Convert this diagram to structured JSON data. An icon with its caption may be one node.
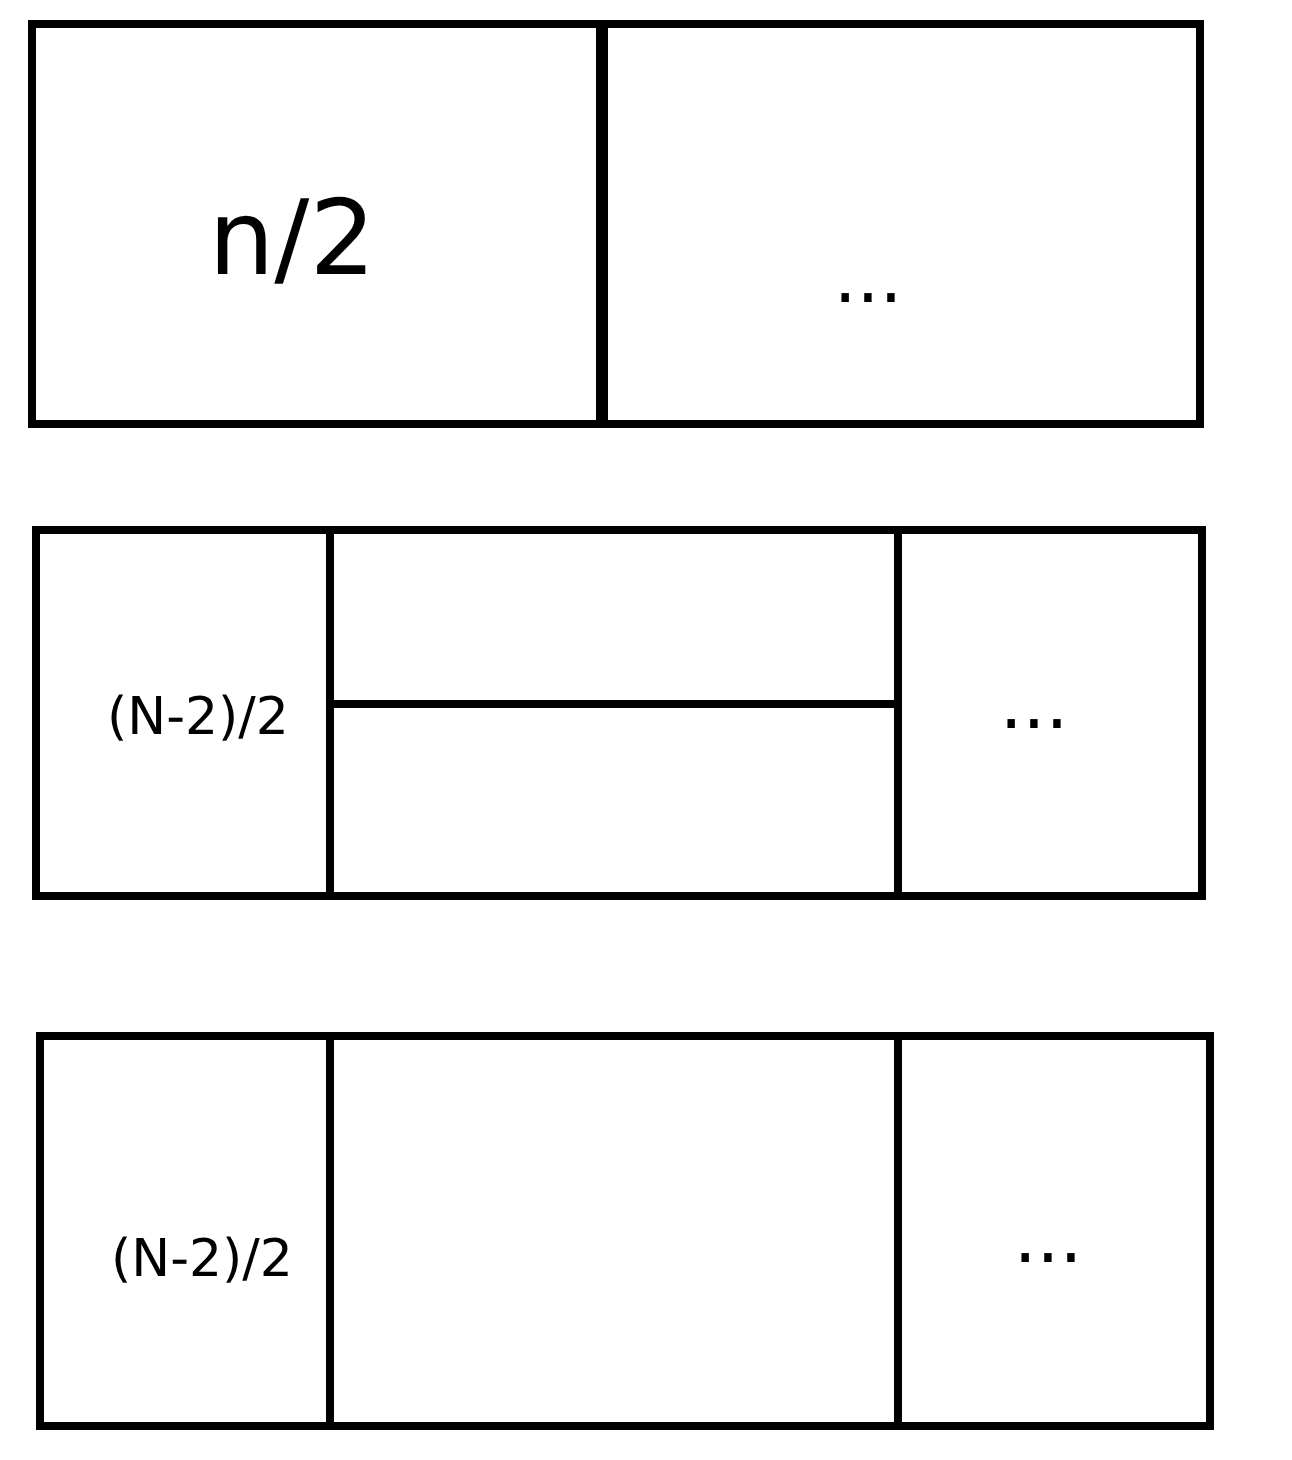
{
  "diagram": {
    "nodes": [
      {
        "text": [
          "n/2"
        ]
      },
      {
        "text": [
          "..."
        ]
      },
      {
        "text": [
          "(N-2)/2"
        ]
      },
      {
        "text": [],
        "shape": "box"
      },
      {
        "text": [],
        "shape": "box"
      },
      {
        "text": [
          "..."
        ]
      },
      {
        "text": [
          "(N-2)/2"
        ]
      },
      {
        "text": [],
        "shape": "box"
      },
      {
        "text": [
          "..."
        ]
      }
    ]
  }
}
